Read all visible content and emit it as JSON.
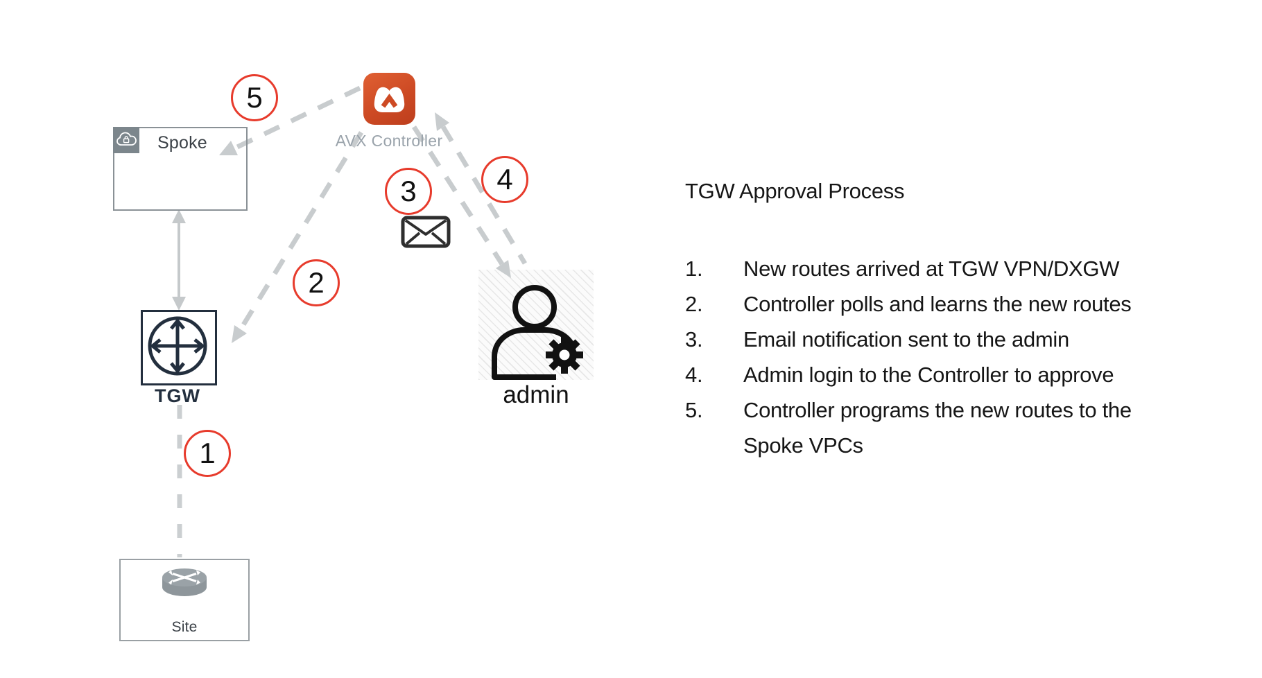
{
  "diagram": {
    "nodes": {
      "spoke": {
        "label": "Spoke"
      },
      "controller": {
        "label": "AVX Controller"
      },
      "tgw": {
        "label": "TGW"
      },
      "site": {
        "label": "Site"
      },
      "admin": {
        "label": "admin"
      }
    },
    "markers": [
      "1",
      "2",
      "3",
      "4",
      "5"
    ],
    "colors": {
      "marker_red": "#e73b2c",
      "brand_orange": "#cd4a24",
      "connector_gray": "#c8ccce",
      "box_border_gray": "#8a9196",
      "tgw_navy": "#232f3e",
      "spoke_icon_gray": "#7c868c",
      "controller_label_gray": "#9aa3ab"
    },
    "icons": {
      "spoke_badge": "cloud-lock-icon",
      "controller": "aviatrix-controller-icon",
      "tgw": "transit-gateway-icon",
      "site": "router-icon",
      "email": "email-icon",
      "admin": "admin-user-icon",
      "admin_badge": "gear-icon"
    }
  },
  "notes": {
    "title": "TGW Approval Process",
    "steps": [
      {
        "num": "1.",
        "lines": [
          "New routes arrived at TGW VPN/DXGW"
        ]
      },
      {
        "num": "2.",
        "lines": [
          "Controller polls and learns the new routes"
        ]
      },
      {
        "num": "3.",
        "lines": [
          "Email notification sent to the admin"
        ]
      },
      {
        "num": "4.",
        "lines": [
          "Admin login to the Controller to approve"
        ]
      },
      {
        "num": "5.",
        "lines": [
          "Controller programs the new routes to the",
          "Spoke VPCs"
        ]
      }
    ]
  }
}
